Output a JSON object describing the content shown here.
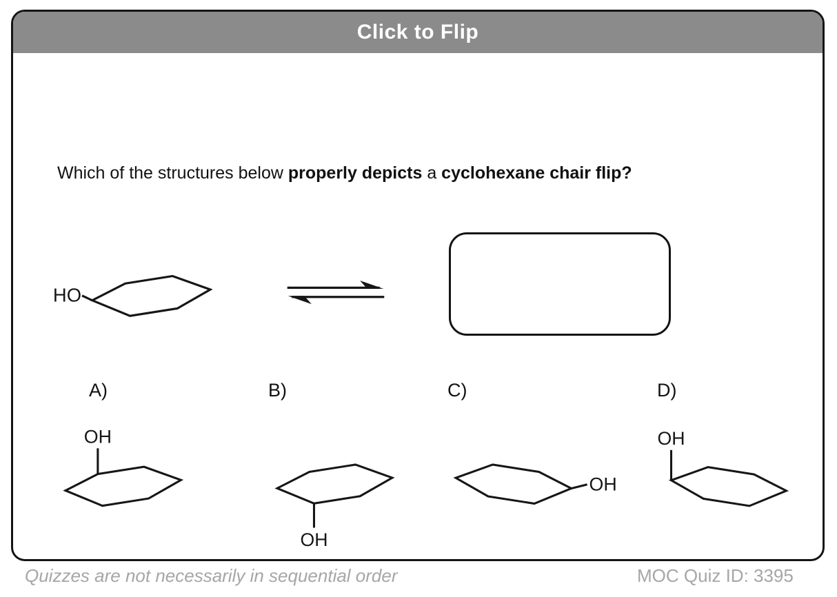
{
  "header": {
    "title": "Click to Flip"
  },
  "question": {
    "part1": "Which of the structures below ",
    "bold1": "properly depicts",
    "part2": " a ",
    "bold2": "cyclohexane chair flip?"
  },
  "reactant": {
    "substituent": "HO"
  },
  "options": [
    {
      "label": "A)",
      "substituent": "OH"
    },
    {
      "label": "B)",
      "substituent": "OH"
    },
    {
      "label": "C)",
      "substituent": "OH"
    },
    {
      "label": "D)",
      "substituent": "OH"
    }
  ],
  "footer": {
    "left": "Quizzes are not necessarily in sequential order",
    "right": "MOC Quiz ID: 3395"
  },
  "colors": {
    "header_bg": "#8b8b8b",
    "card_border": "#141414",
    "footer_text": "#a6a6a6",
    "structure_stroke": "#161616"
  }
}
